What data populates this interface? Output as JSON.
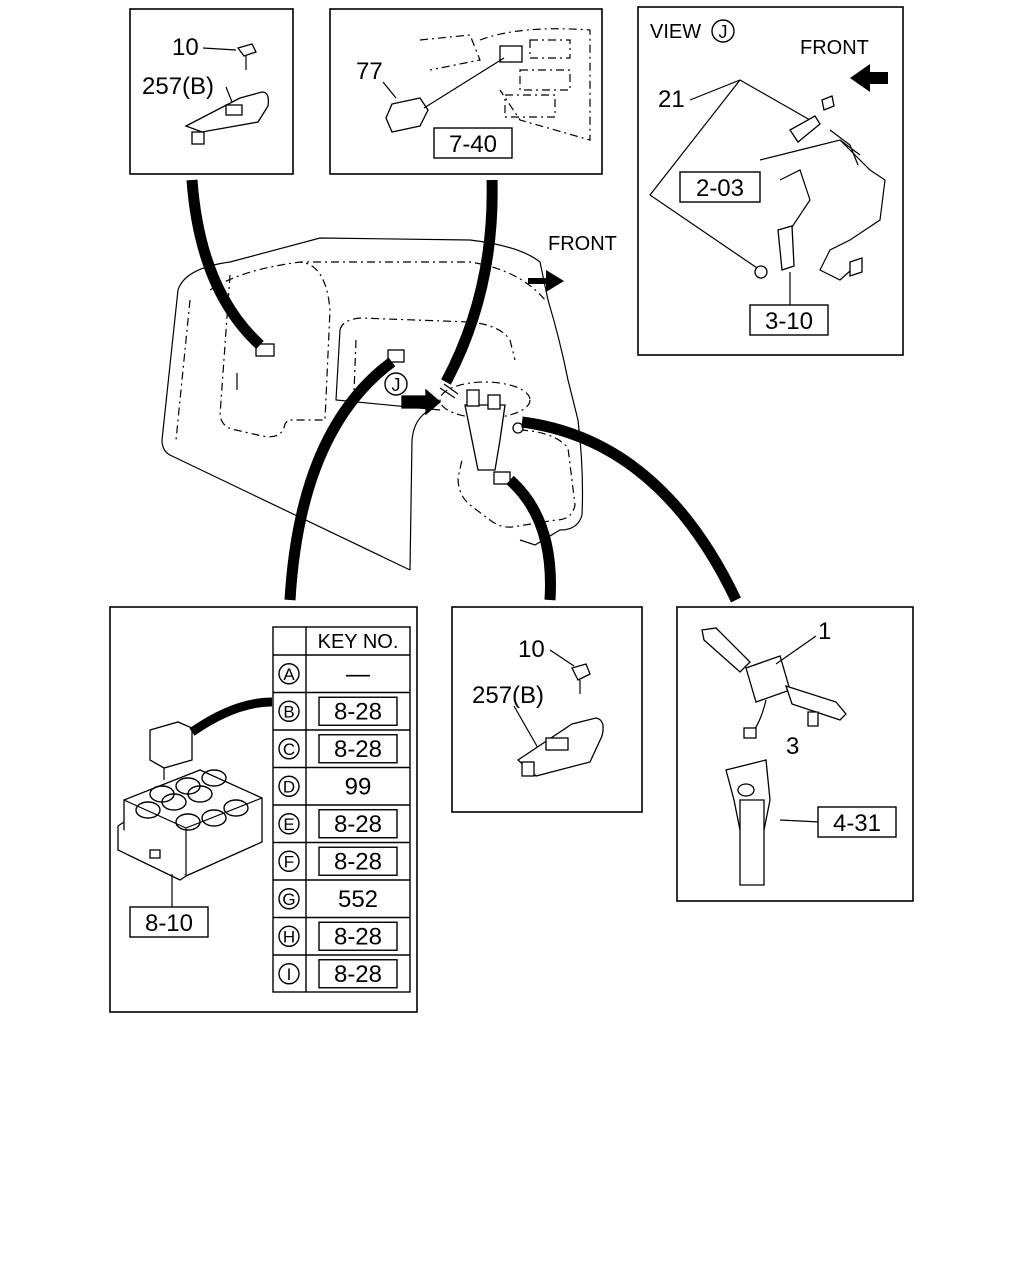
{
  "labels": {
    "window_switch_left": {
      "screw": "10",
      "switch": "257(B)"
    },
    "hazard_switch": {
      "switch": "77",
      "ref": "7-40"
    },
    "view_j": {
      "title": "VIEW",
      "circle": "J",
      "front": "FRONT",
      "part": "21",
      "ref_a": "2-03",
      "ref_b": "3-10"
    },
    "main": {
      "front": "FRONT",
      "view_marker": "J"
    },
    "relay_panel": {
      "key_header": "KEY NO.",
      "ref": "8-10",
      "rows": [
        {
          "letter": "A",
          "key": "—",
          "boxed": false
        },
        {
          "letter": "B",
          "key": "8-28",
          "boxed": true
        },
        {
          "letter": "C",
          "key": "8-28",
          "boxed": true
        },
        {
          "letter": "D",
          "key": "99",
          "boxed": false
        },
        {
          "letter": "E",
          "key": "8-28",
          "boxed": true
        },
        {
          "letter": "F",
          "key": "8-28",
          "boxed": true
        },
        {
          "letter": "G",
          "key": "552",
          "boxed": false
        },
        {
          "letter": "H",
          "key": "8-28",
          "boxed": true
        },
        {
          "letter": "I",
          "key": "8-28",
          "boxed": true
        }
      ],
      "relay_letters": [
        "A",
        "B",
        "C",
        "D",
        "E",
        "F",
        "G",
        "H",
        "I"
      ]
    },
    "window_switch_right": {
      "screw": "10",
      "switch": "257(B)"
    },
    "combination_switch": {
      "switch": "1",
      "screw": "3",
      "ref": "4-31"
    }
  }
}
